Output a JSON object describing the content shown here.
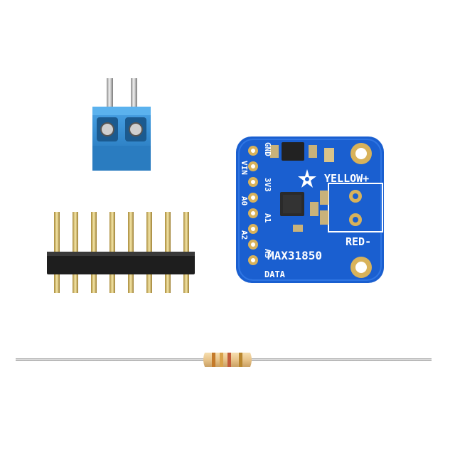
{
  "breakout_board": {
    "chip_label": "MAX31850",
    "thermocouple_labels": {
      "positive": "YELLOW+",
      "negative": "RED-"
    },
    "left_pins": [
      "GND",
      "VIN",
      "3V3",
      "A0",
      "A1",
      "A2",
      "A3",
      "DATA"
    ],
    "board_color": "#1a5fd0"
  },
  "terminal_block": {
    "color": "#2f86cc",
    "positions": 2
  },
  "header_strip": {
    "pin_count": 8
  },
  "resistor": {
    "body_color": "#e8c48a",
    "band_colors": [
      "#c47a2a",
      "#d9a34b",
      "#c25a3a",
      "#b8862e"
    ]
  }
}
